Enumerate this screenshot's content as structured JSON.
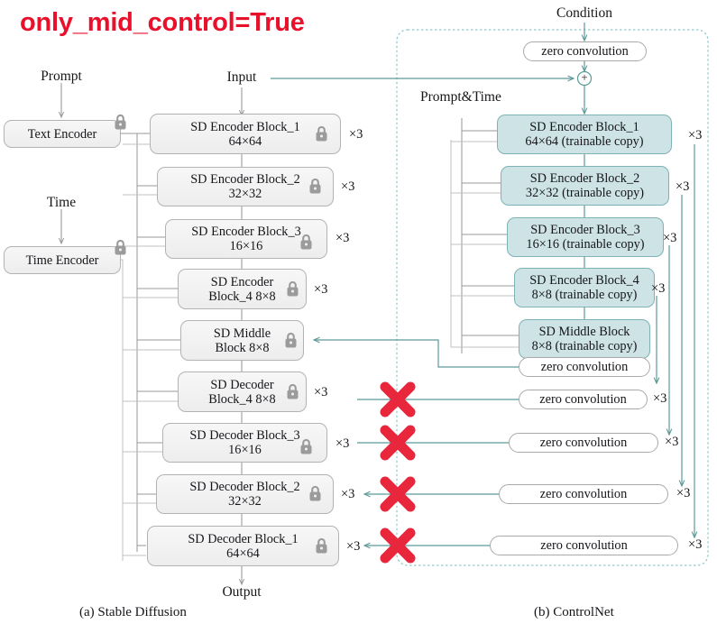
{
  "title": "only_mid_control=True",
  "colors": {
    "title_red": "#e8102a",
    "teal_line": "#5c9a98",
    "controlnet_fill": "#cde3e5",
    "controlnet_stroke": "#7fb2b5",
    "sd_fill": "#f0f0f0",
    "sd_stroke": "#b3b3b3",
    "x_mark_red": "#e8263c",
    "bus_gray": "#9a9a9a"
  },
  "labels": {
    "prompt": "Prompt",
    "time": "Time",
    "input": "Input",
    "output": "Output",
    "condition": "Condition",
    "prompt_time": "Prompt&Time",
    "plus": "+"
  },
  "captions": {
    "left": "(a) Stable Diffusion",
    "right": "(b) ControlNet"
  },
  "encoders": [
    {
      "name": "text-encoder",
      "label": "Text Encoder",
      "locked": true
    },
    {
      "name": "time-encoder",
      "label": "Time Encoder",
      "locked": true
    }
  ],
  "sd_blocks": [
    {
      "line1": "SD Encoder Block_1",
      "line2": "64×64",
      "repeat": "×3",
      "locked": true
    },
    {
      "line1": "SD Encoder Block_2",
      "line2": "32×32",
      "repeat": "×3",
      "locked": true
    },
    {
      "line1": "SD Encoder Block_3",
      "line2": "16×16",
      "repeat": "×3",
      "locked": true
    },
    {
      "line1": "SD Encoder",
      "line2": "Block_4 8×8",
      "repeat": "×3",
      "locked": true
    },
    {
      "line1": "SD Middle",
      "line2": "Block 8×8",
      "repeat": "",
      "locked": true
    },
    {
      "line1": "SD Decoder",
      "line2": "Block_4 8×8",
      "repeat": "×3",
      "locked": true
    },
    {
      "line1": "SD Decoder Block_3",
      "line2": "16×16",
      "repeat": "×3",
      "locked": true
    },
    {
      "line1": "SD Decoder Block_2",
      "line2": "32×32",
      "repeat": "×3",
      "locked": true
    },
    {
      "line1": "SD Decoder Block_1",
      "line2": "64×64",
      "repeat": "×3",
      "locked": true
    }
  ],
  "cn_blocks": [
    {
      "line1": "SD Encoder Block_1",
      "line2": "64×64 (trainable copy)",
      "repeat": "×3"
    },
    {
      "line1": "SD Encoder Block_2",
      "line2": "32×32 (trainable copy)",
      "repeat": "×3"
    },
    {
      "line1": "SD Encoder Block_3",
      "line2": "16×16 (trainable copy)",
      "repeat": "×3"
    },
    {
      "line1": "SD Encoder Block_4",
      "line2": "8×8 (trainable copy)",
      "repeat": "×3"
    },
    {
      "line1": "SD Middle Block",
      "line2": "8×8 (trainable copy)",
      "repeat": ""
    }
  ],
  "zero_convolutions": [
    {
      "id": "zc-condition",
      "label": "zero convolution",
      "repeat": ""
    },
    {
      "id": "zc-middle",
      "label": "zero convolution",
      "repeat": ""
    },
    {
      "id": "zc-dec-4",
      "label": "zero convolution",
      "repeat": "×3"
    },
    {
      "id": "zc-dec-3",
      "label": "zero convolution",
      "repeat": "×3"
    },
    {
      "id": "zc-dec-2",
      "label": "zero convolution",
      "repeat": "×3"
    },
    {
      "id": "zc-dec-1",
      "label": "zero convolution",
      "repeat": "×3"
    }
  ],
  "blocked_connections": [
    {
      "id": "x-dec-4",
      "blocked": true
    },
    {
      "id": "x-dec-3",
      "blocked": true
    },
    {
      "id": "x-dec-2",
      "blocked": true
    },
    {
      "id": "x-dec-1",
      "blocked": true
    }
  ]
}
